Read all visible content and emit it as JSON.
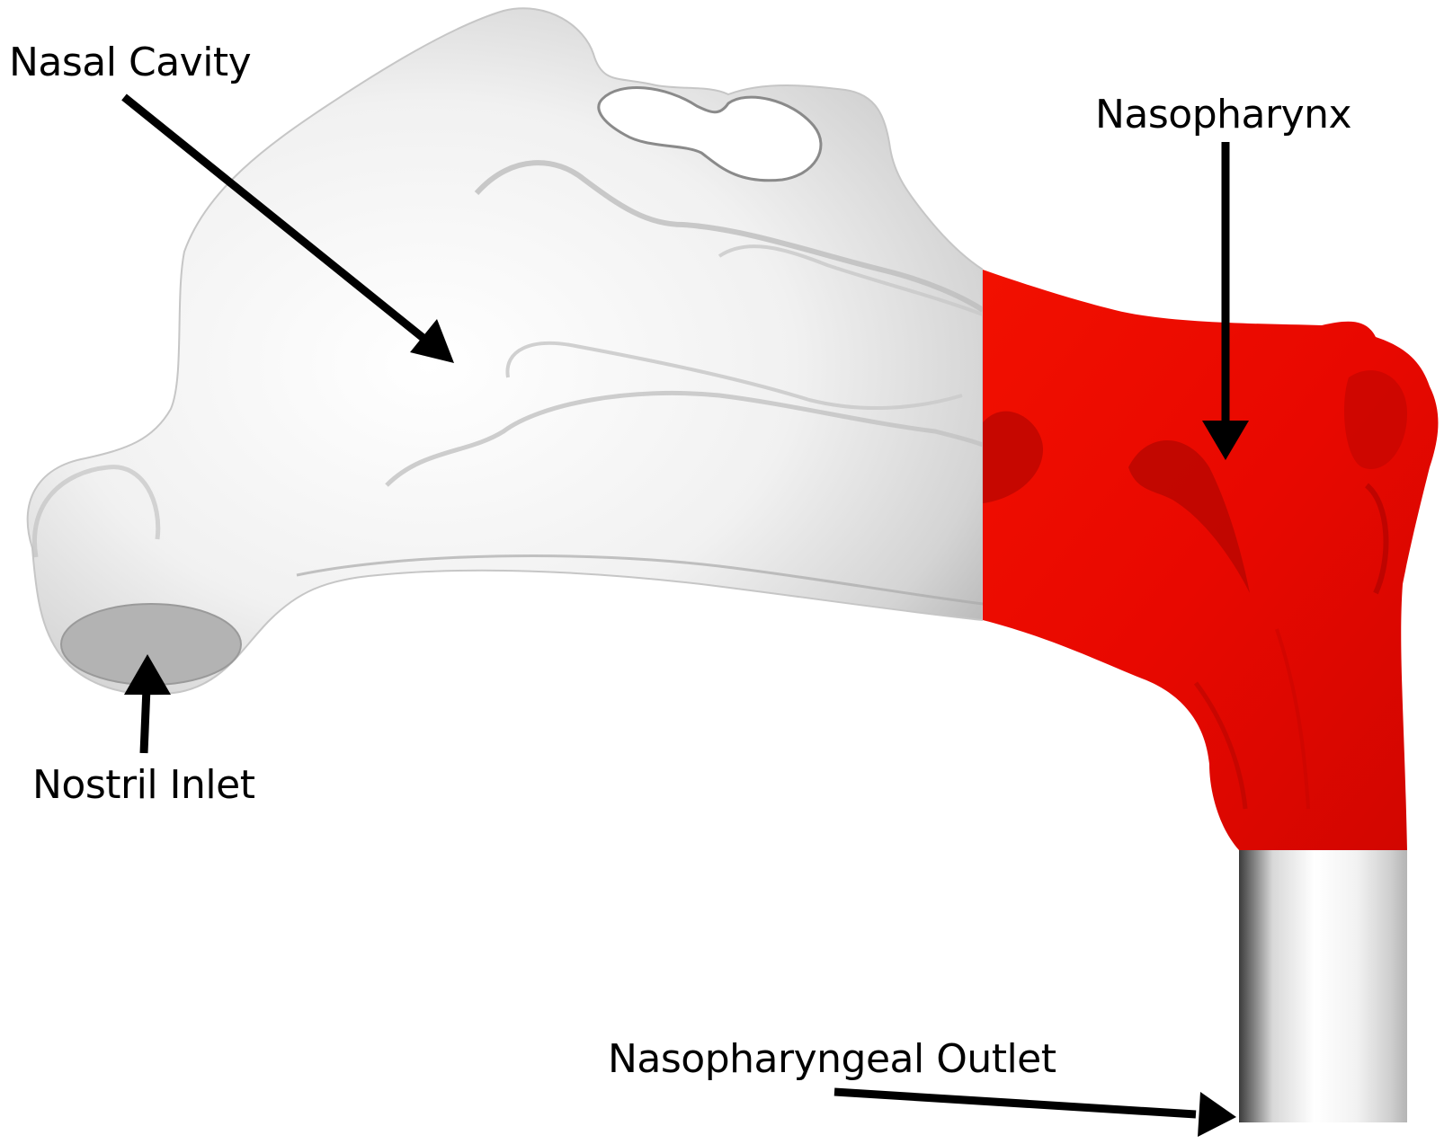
{
  "labels": {
    "nasal_cavity": "Nasal Cavity",
    "nasopharynx": "Nasopharynx",
    "nostril_inlet": "Nostril Inlet",
    "nasopharyngeal_outlet": "Nasopharyngeal Outlet"
  },
  "colors": {
    "nasopharynx_region": "#ee0a00",
    "cavity_surface": "#f4f4f4",
    "nostril_inlet": "#b3b3b3",
    "arrow": "#000000",
    "background": "#ffffff"
  }
}
